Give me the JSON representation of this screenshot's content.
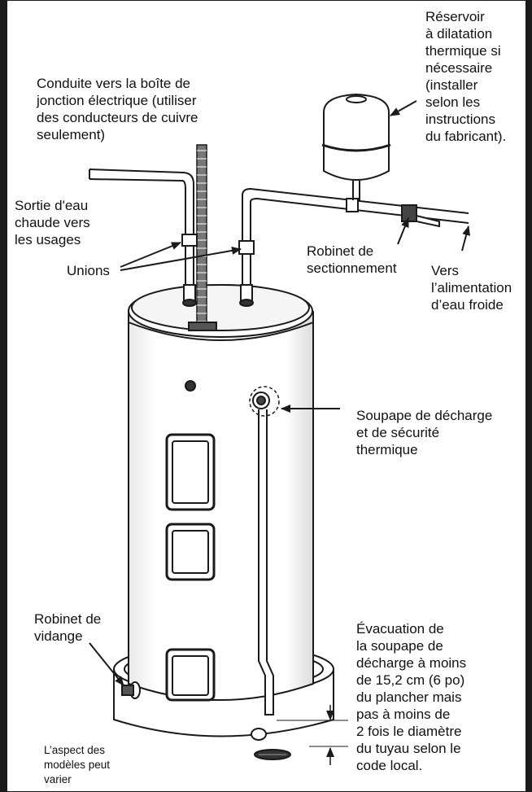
{
  "labels": {
    "tank": "Réservoir\nà dilatation\nthermique si\nnécessaire\n(installer\nselon les\ninstructions\ndu fabricant).",
    "conduit": "Conduite vers la boîte de\njonction électrique (utiliser\ndes conducteurs de cuivre\nseulement)",
    "hot_outlet": "Sortie d'eau\nchaude vers\nles usages",
    "unions": "Unions",
    "shutoff_valve": "Robinet de\nsectionnement",
    "cold_supply": "Vers\nl’alimentation\nd’eau froide",
    "relief_valve": "Soupape de décharge\net de sécurité\nthermique",
    "drain_valve": "Robinet de\nvidange",
    "discharge": "Évacuation de\nla soupape de\ndécharge à moins\nde 15,2 cm (6 po)\ndu plancher mais\npas à moins de\n2 fois le diamètre\ndu tuyau selon le\ncode local.",
    "appearance_note": "L’aspect des\nmodèles peut\nvarier"
  },
  "colors": {
    "line": "#1a1a1a",
    "fill": "#ffffff",
    "shade": "#d9d9d9"
  }
}
